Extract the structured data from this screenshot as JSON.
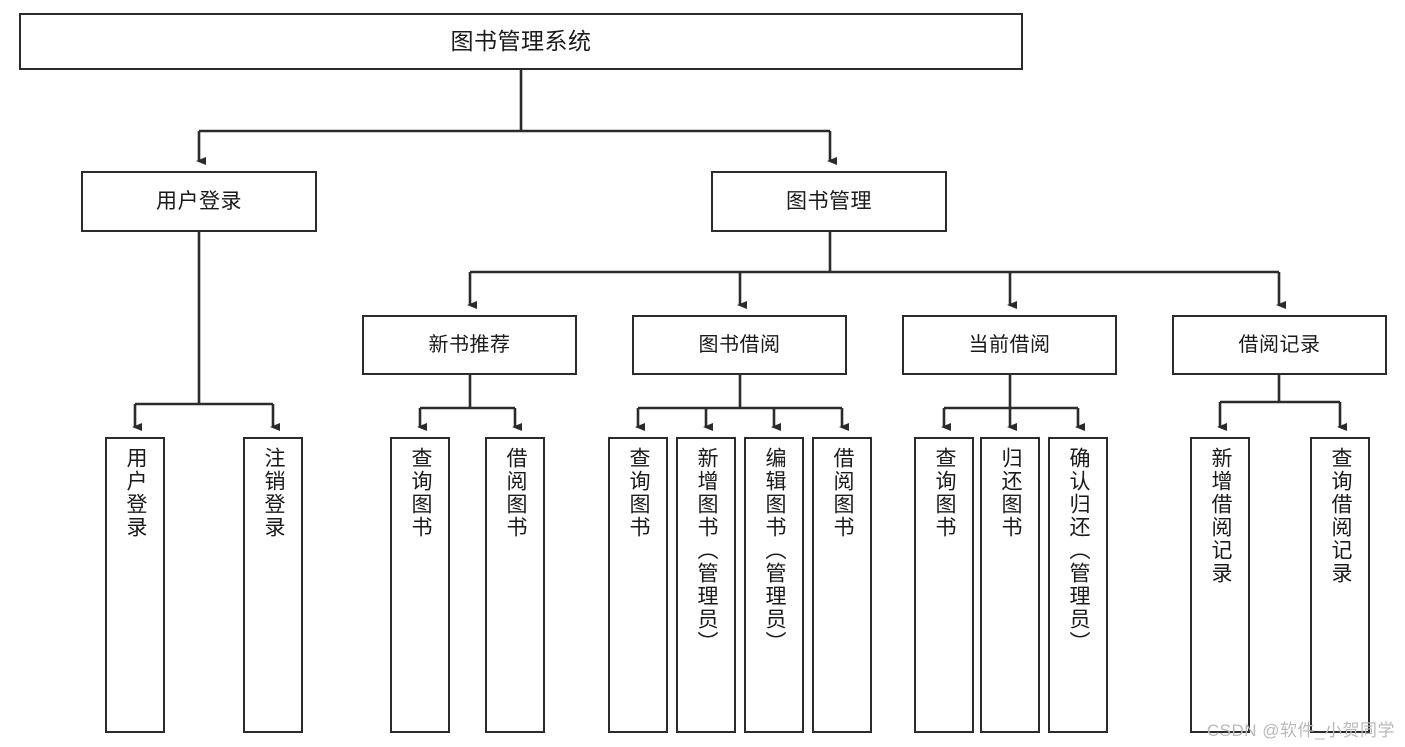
{
  "diagram": {
    "type": "tree-hierarchy-chart",
    "title": "图书管理系统",
    "watermark": "CSDN @软件_小贺同学",
    "colors": {
      "box_border": "#2b2b2b",
      "box_fill": "#ffffff",
      "edge": "#2b2b2b",
      "text": "#1a1a1a",
      "watermark": "#b9b9b9",
      "background": "#ffffff"
    },
    "root": {
      "label": "图书管理系统"
    },
    "level1": [
      {
        "label": "用户登录"
      },
      {
        "label": "图书管理"
      }
    ],
    "level2": [
      {
        "label": "新书推荐"
      },
      {
        "label": "图书借阅"
      },
      {
        "label": "当前借阅"
      },
      {
        "label": "借阅记录"
      }
    ],
    "leaves": {
      "user_login": [
        {
          "label": "用户登录"
        },
        {
          "label": "注销登录"
        }
      ],
      "new_book_recommend": [
        {
          "label": "查询图书"
        },
        {
          "label": "借阅图书"
        }
      ],
      "book_borrow": [
        {
          "label": "查询图书"
        },
        {
          "label": "新增图书（管理员）"
        },
        {
          "label": "编辑图书（管理员）"
        },
        {
          "label": "借阅图书"
        }
      ],
      "current_borrow": [
        {
          "label": "查询图书"
        },
        {
          "label": "归还图书"
        },
        {
          "label": "确认归还（管理员）"
        }
      ],
      "borrow_record": [
        {
          "label": "新增借阅记录"
        },
        {
          "label": "查询借阅记录"
        }
      ]
    }
  }
}
